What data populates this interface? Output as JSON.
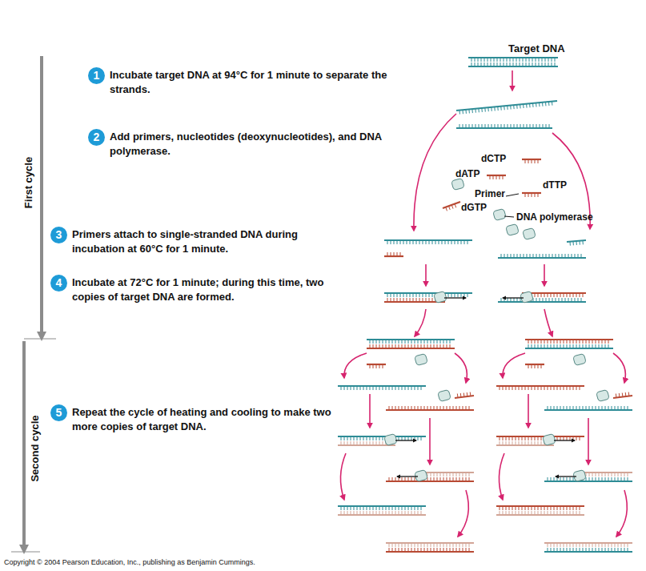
{
  "diagram": {
    "nodes": [
      {
        "text": [
          "1",
          "Incubate target DNA at 94°C for 1 minute to separate the strands."
        ]
      },
      {
        "text": [
          "2",
          "Add primers, nucleotides (deoxynucleotides), and DNA polymerase."
        ]
      },
      {
        "text": [
          "3",
          "Primers attach to single-stranded DNA during incubation at 60°C for 1 minute."
        ]
      },
      {
        "text": [
          "4",
          "Incubate at 72°C for 1 minute; during this time, two copies of target DNA are formed."
        ]
      },
      {
        "text": [
          "5",
          "Repeat the cycle of heating and cooling to make two more copies of target DNA."
        ]
      }
    ],
    "labels": [
      "Target DNA",
      "First cycle",
      "dCTP",
      "dATP",
      "dTTP",
      "Primer",
      "dGTP",
      "DNA polymerase",
      "Second cycle",
      "Copyright © 2004 Pearson Education, Inc., publishing as Benjamin Cummings."
    ]
  }
}
